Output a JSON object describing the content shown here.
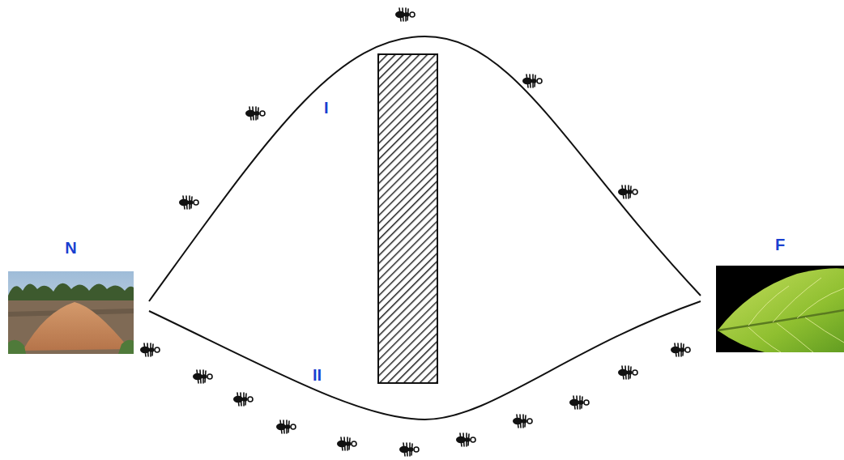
{
  "diagram": {
    "nodes": [
      {
        "text": [
          "N"
        ]
      },
      {
        "text": [
          "F"
        ]
      }
    ],
    "edges": [
      {
        "from": 0,
        "to": 1,
        "arrow": "none",
        "label": "I"
      },
      {
        "from": 0,
        "to": 1,
        "arrow": "none",
        "label": "II"
      }
    ]
  }
}
